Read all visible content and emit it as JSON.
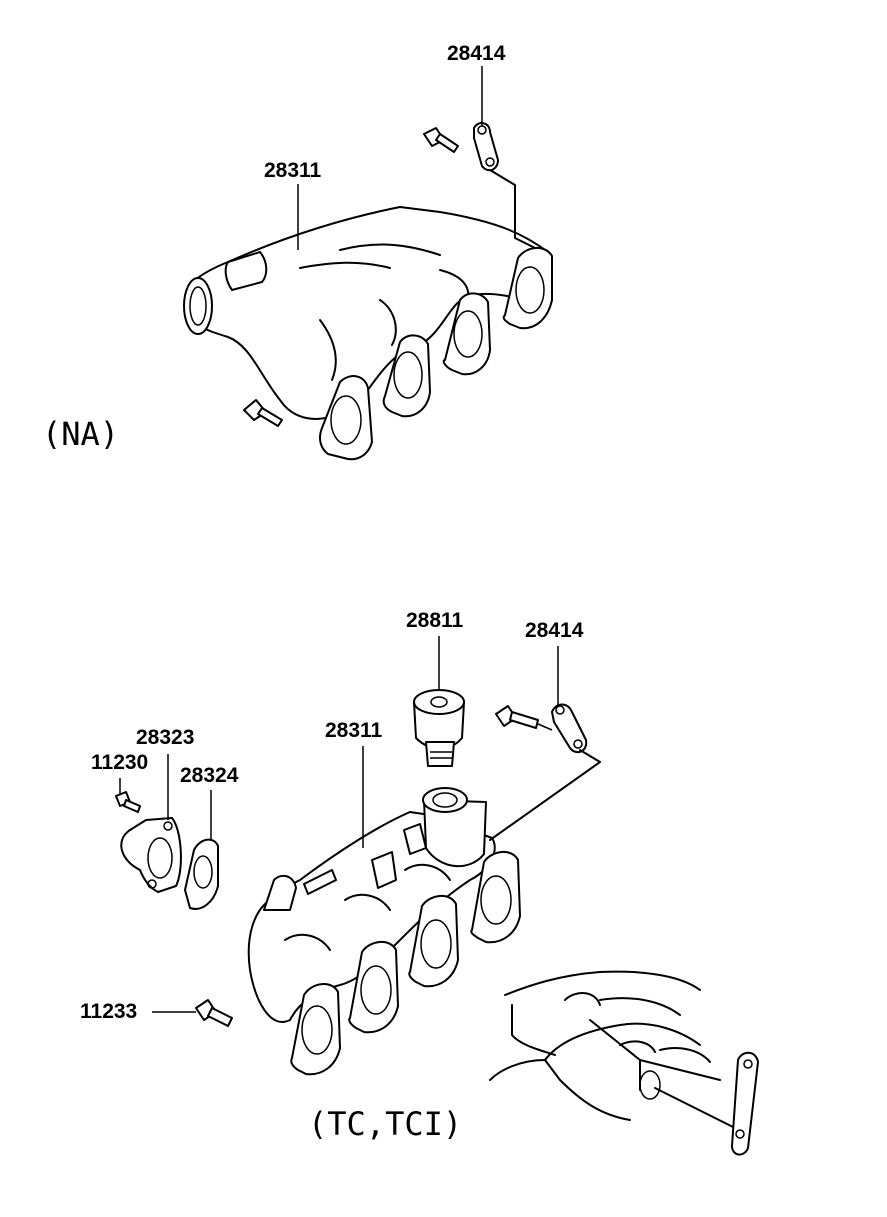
{
  "diagram": {
    "top": {
      "caption": "(NA)",
      "labels": {
        "bracket": "28414",
        "manifold": "28311"
      }
    },
    "bottom": {
      "caption": "(TC,TCI)",
      "labels": {
        "turbo_fitting": "28811",
        "bracket": "28414",
        "cover": "28323",
        "bolt_cover": "11230",
        "gasket": "28324",
        "manifold": "28311",
        "bolt_manifold": "11233"
      }
    }
  }
}
